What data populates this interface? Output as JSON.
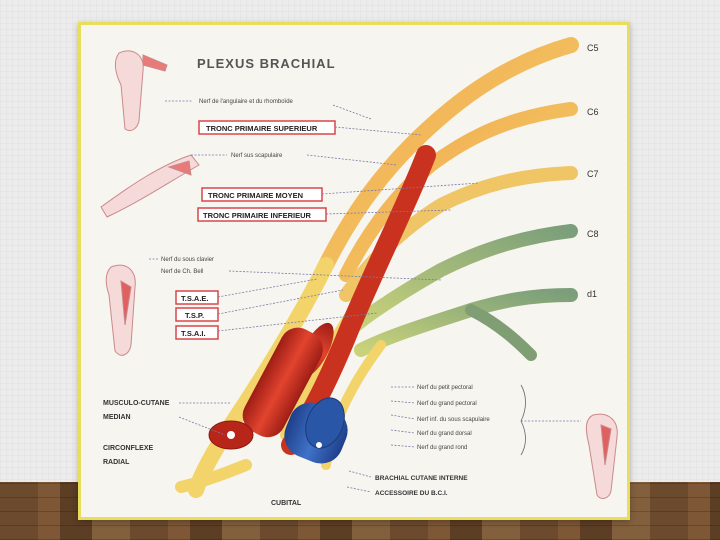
{
  "diagram": {
    "title": "PLEXUS BRACHIAL",
    "roots": [
      "C5",
      "C6",
      "C7",
      "C8",
      "d1"
    ],
    "boxed_labels": [
      "TRONC PRIMAIRE SUPERIEUR",
      "TRONC PRIMAIRE MOYEN",
      "TRONC PRIMAIRE INFERIEUR",
      "T.S.A.E.",
      "T.S.P.",
      "T.S.A.I."
    ],
    "left_labels": [
      "Nerf de l'angulaire et du rhomboïde",
      "Nerf sus scapulaire",
      "Nerf du sous clavier",
      "Nerf de Ch. Bell"
    ],
    "bottom_left_labels": [
      "MUSCULO-CUTANE",
      "MEDIAN",
      "CIRCONFLEXE",
      "RADIAL"
    ],
    "right_labels": [
      "Nerf du petit pectoral",
      "Nerf du grand pectoral",
      "Nerf inf. du sous scapulaire",
      "Nerf du grand dorsal",
      "Nerf du grand rond"
    ],
    "bottom_right_labels": [
      "BRACHIAL CUTANE INTERNE",
      "ACCESSOIRE DU B.C.I."
    ],
    "bottom_label": "CUBITAL"
  },
  "colors": {
    "frame": "#e9de5b",
    "nerve_orange": "#f0b25a",
    "nerve_yellow": "#f3dc6a",
    "nerve_green": "#7f9e74",
    "artery": "#d43a2a",
    "vein": "#2f5fb3",
    "label_box": "#d9474a"
  }
}
